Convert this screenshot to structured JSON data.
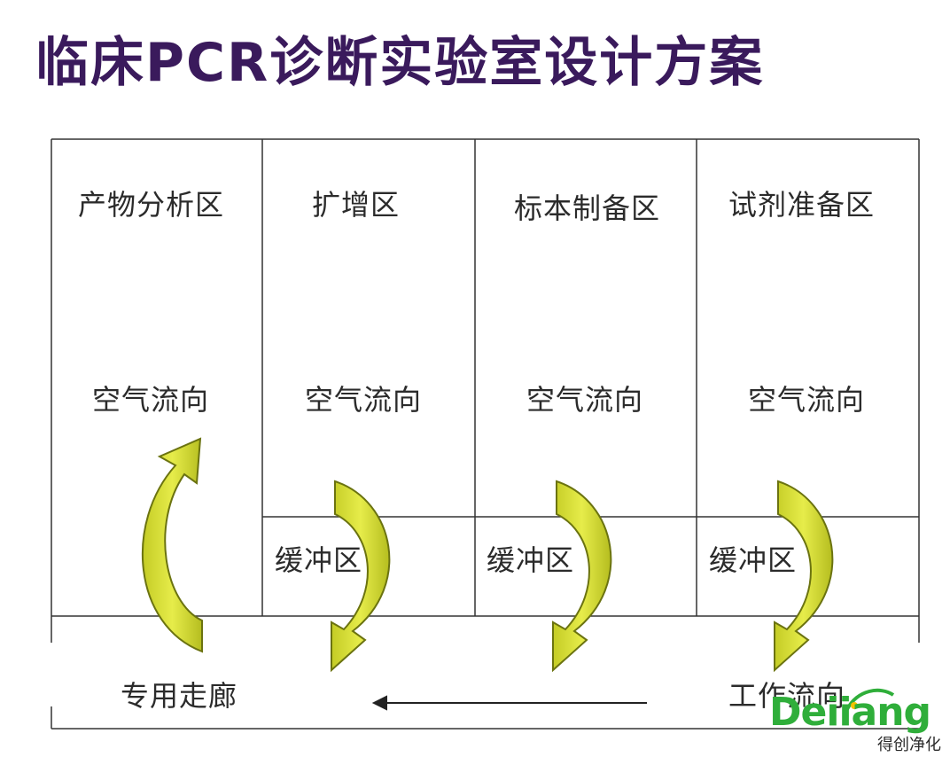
{
  "title": "临床PCR诊断实验室设计方案",
  "rooms": [
    {
      "name": "产物分析区",
      "air": "空气流向"
    },
    {
      "name": "扩增区",
      "air": "空气流向",
      "buffer": "缓冲区"
    },
    {
      "name": "标本制备区",
      "air": "空气流向",
      "buffer": "缓冲区"
    },
    {
      "name": "试剂准备区",
      "air": "空气流向",
      "buffer": "缓冲区"
    }
  ],
  "corridor": "专用走廊",
  "work_flow": "工作流向",
  "logo": {
    "word": "Deiiang",
    "sub": "得创净化"
  },
  "colors": {
    "arrow_fill": "#d9e23a",
    "arrow_shade": "#a8b21e",
    "arrow_stroke": "#6b7310",
    "title": "#3a1a5c",
    "logo": "#2fae3a"
  }
}
